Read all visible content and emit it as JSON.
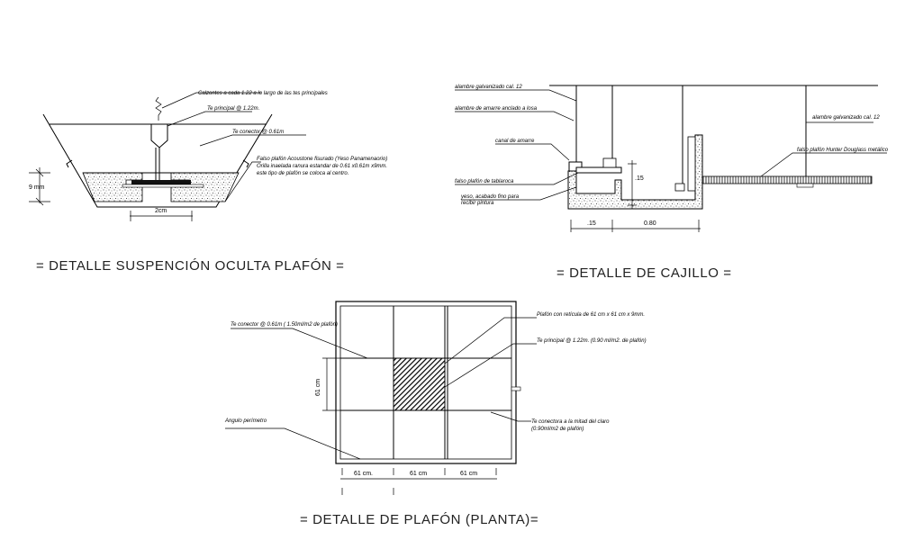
{
  "suspension": {
    "notes": {
      "calzontes": "Calzontes a cada 1.22 a lo largo de las tes principales",
      "te_principal": "Te principal @ 1.22m.",
      "te_conector": "Te conector @ 0.61m",
      "falso_1": "Falso plafón Acoustone fisurado (Yeso Panamenaorio)",
      "falso_2": "Orilla inaelada ranura estandar de 0.61 x0.61m x9mm.",
      "falso_3": "este tipo de plafón se coloca al centro."
    },
    "dim_9mm": "9 mm",
    "dim_2cm": "2cm",
    "title": "= DETALLE SUSPENCIÓN OCULTA PLAFÓN ="
  },
  "cajillo": {
    "notes": {
      "alambre_galv_left": "alambre galvanizado cal. 12",
      "alambre_amarre": "alambre de amarre anclado a losa",
      "canal": "canal de amarre",
      "falso_tablaroca": "falso plafón de tablaroca",
      "yeso_1": "yeso, acabado fino para",
      "yeso_2": "recibir pintura",
      "alambre_galv_right": "alambre galvanizado cal. 12",
      "falso_hunter": "falso plafón Hunter Douglass metálico"
    },
    "dim_15_vertical": ".15",
    "dim_15": ".15",
    "dim_080": "0.80",
    "title": "= DETALLE  DE CAJILLO ="
  },
  "planta": {
    "notes": {
      "te_conector": "Te conector @ 0.61m ( 1.50ml/m2 de plafón)",
      "plafon_reticula": "Plafón con retícula de 61 cm x 61 cm x 9mm.",
      "te_principal": "Te principal @ 1.22m. (0.90 ml/m2. de plafón)",
      "angulo": "Angulo perímetro",
      "te_conectora_1": "Te conectora a la mitad del claro",
      "te_conectora_2": "(0.90ml/m2 de plafón)"
    },
    "dim_vertical": "61 cm",
    "dims_bottom": [
      "61 cm.",
      "61 cm",
      "61 cm"
    ],
    "title": "= DETALLE  DE PLAFÓN (PLANTA)="
  }
}
